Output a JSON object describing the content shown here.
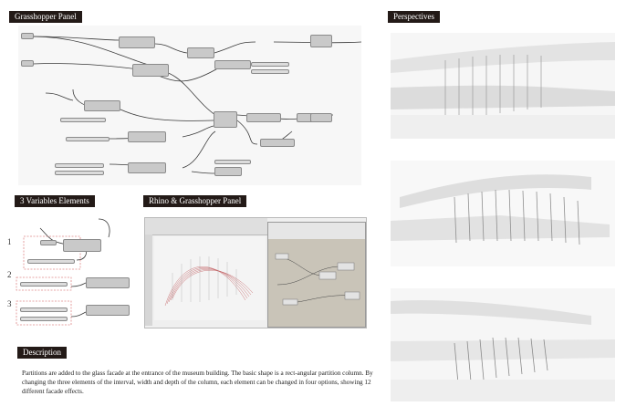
{
  "headers": {
    "grasshopper_panel": "Grasshopper Panel",
    "perspectives": "Perspectives",
    "three_variables": "3 Variables Elements",
    "rhino_grasshopper": "Rhino & Grasshopper Panel",
    "description": "Description"
  },
  "description_text": "Partitions are added to the glass facade at the entrance of the museum building. The basic shape is a rect-angular partition column. By changing the three elements of the interval, width and depth of the column, each element can be changed in four options, showing 12 different facade effects.",
  "variable_numbers": [
    "1",
    "2",
    "3"
  ],
  "colors": {
    "header_bg": "#231a17",
    "dashed_box": "#e08a8a",
    "surface": "#c0595c"
  }
}
